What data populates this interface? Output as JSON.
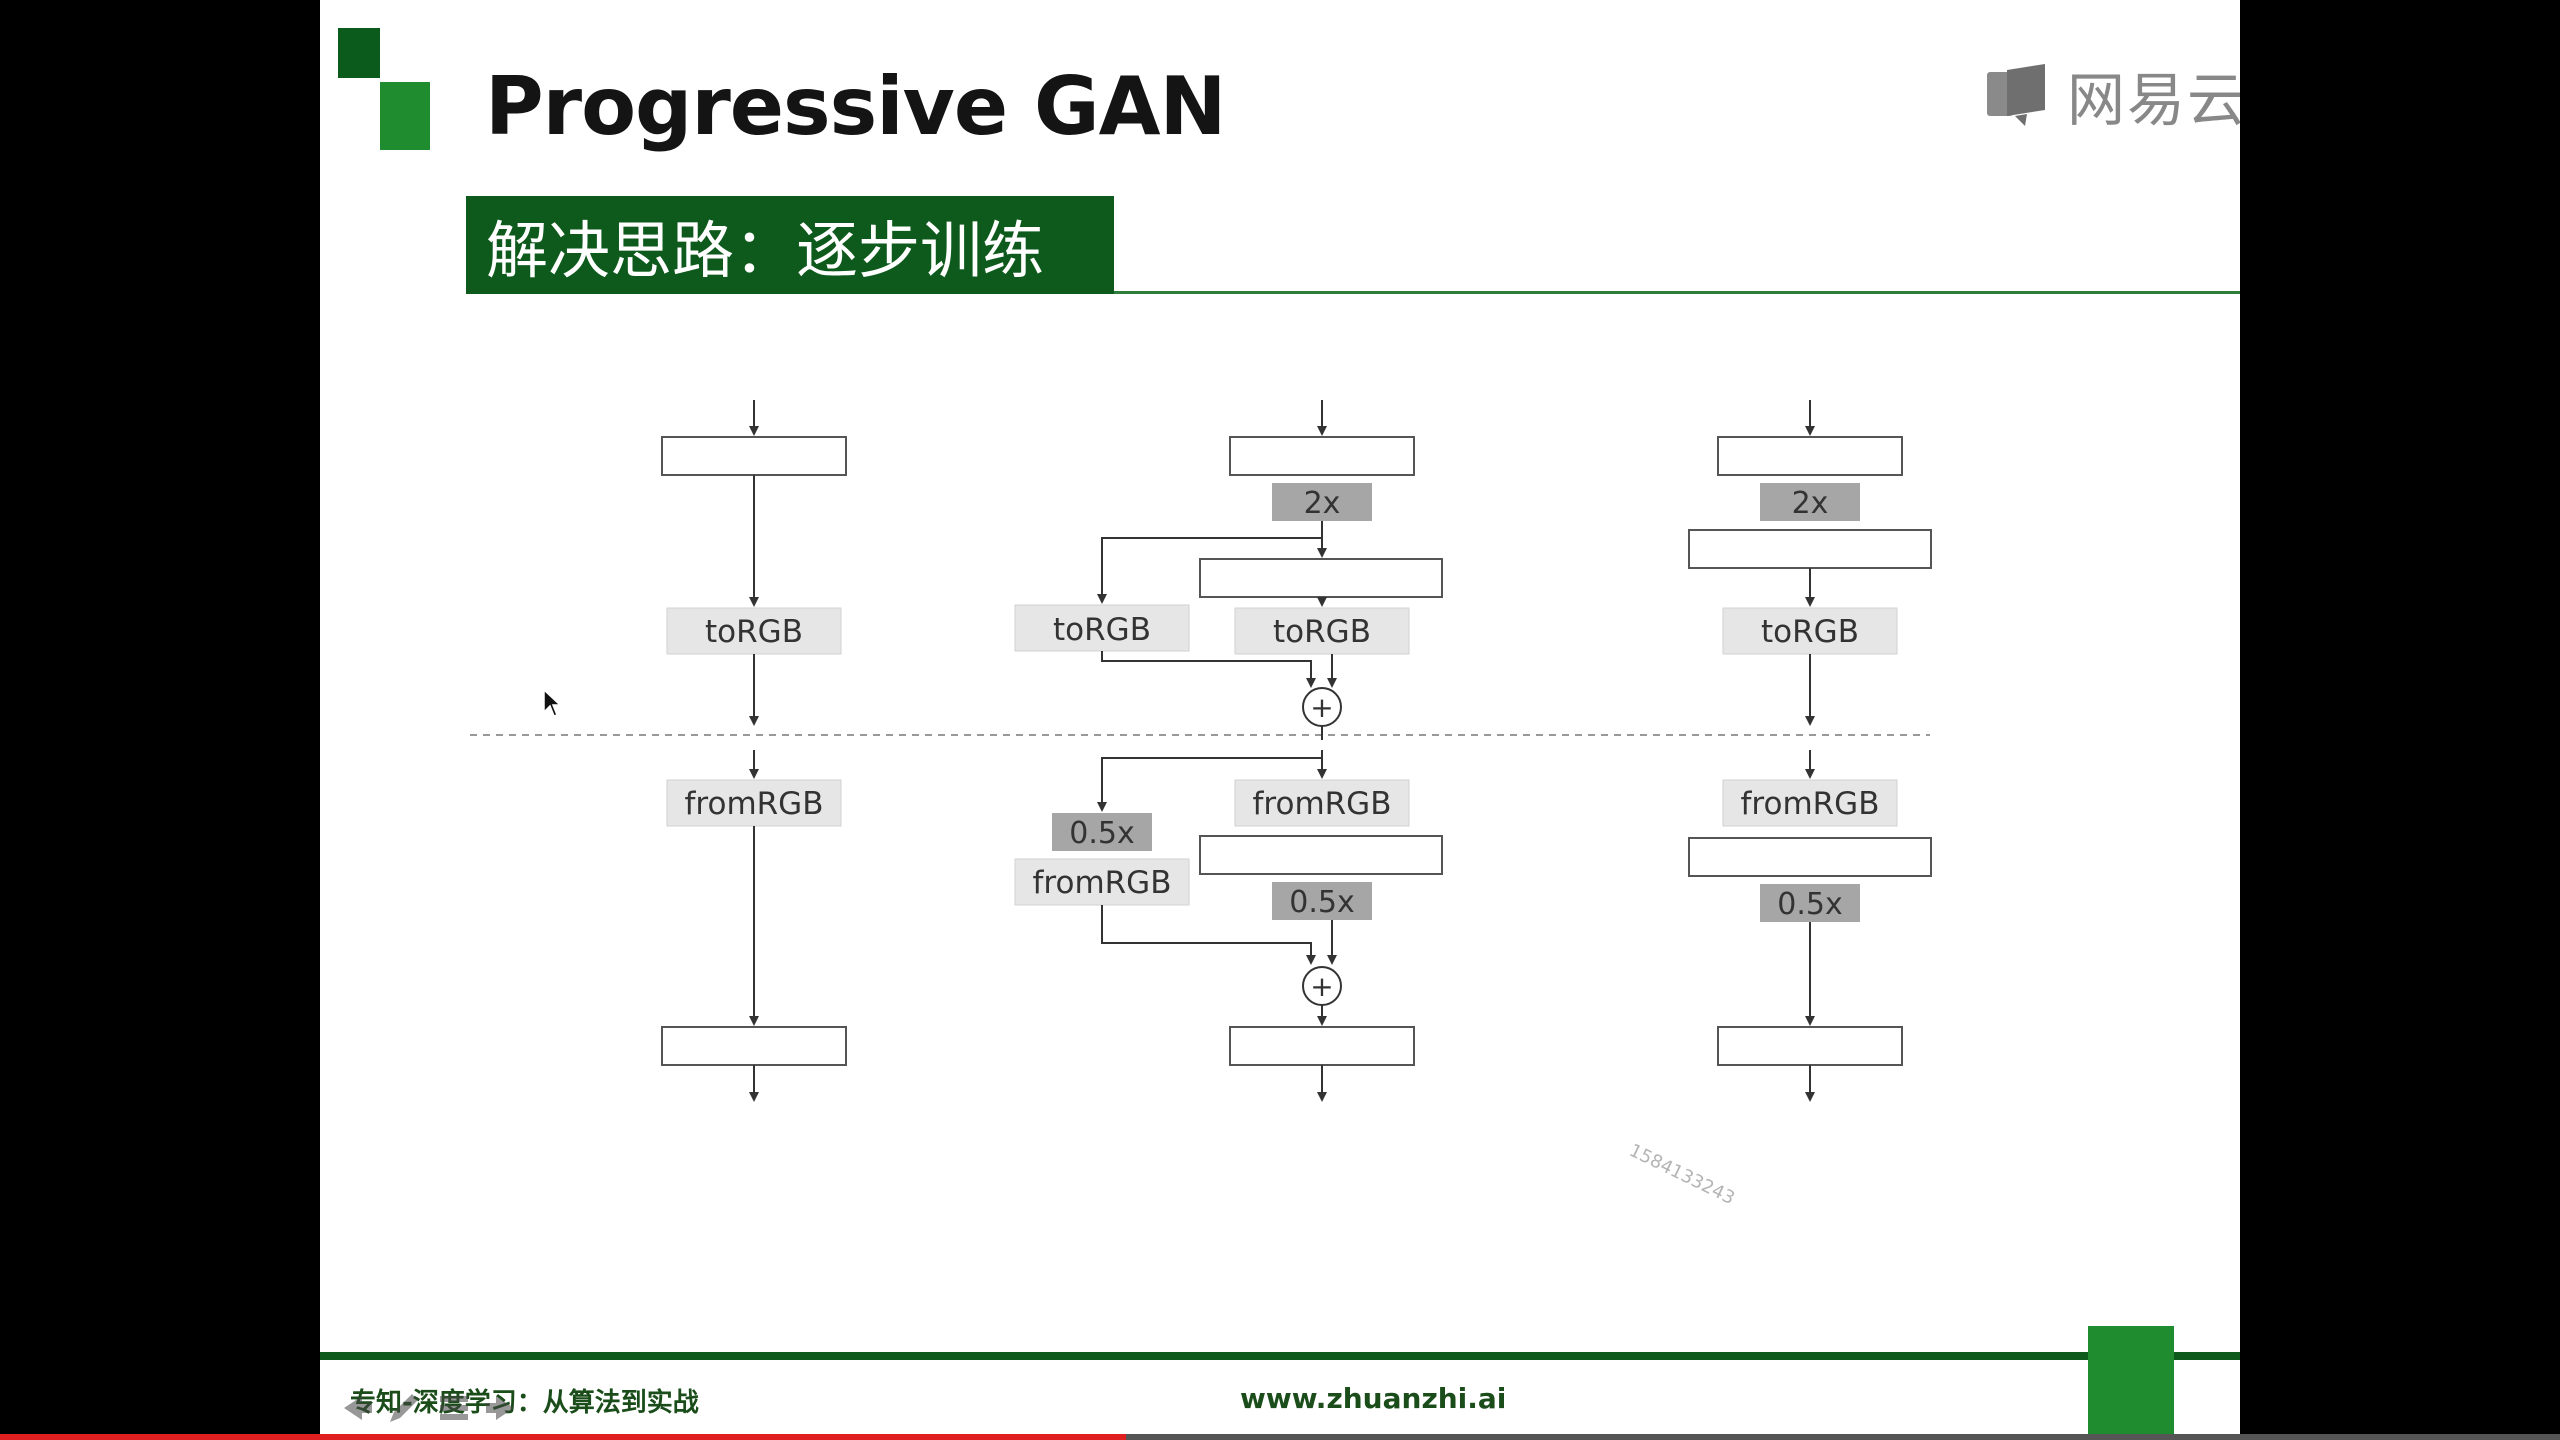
{
  "slide": {
    "title": "Progressive GAN",
    "subtitle": "解决思路：逐步训练",
    "brand": "网易云",
    "watermark": "1584133243",
    "footer_course": "专知-深度学习：从算法到实战",
    "footer_url": "www.zhuanzhi.ai"
  },
  "diagram": {
    "col1": {
      "to_rgb": "toRGB",
      "from_rgb": "fromRGB"
    },
    "col2": {
      "upsample": "2x",
      "to_rgb_left": "toRGB",
      "to_rgb_right": "toRGB",
      "downsample_left": "0.5x",
      "from_rgb_left": "fromRGB",
      "from_rgb_right": "fromRGB",
      "downsample_right": "0.5x",
      "add_symbol": "+"
    },
    "col3": {
      "upsample": "2x",
      "to_rgb": "toRGB",
      "from_rgb": "fromRGB",
      "downsample": "0.5x"
    }
  },
  "player": {
    "progress_fraction": 0.44,
    "progress_color": "#e02020"
  },
  "colors": {
    "dark_green": "#0d5a1c",
    "green": "#1e8c2f",
    "light_box": "#e6e6e6",
    "dark_box": "#a6a6a6"
  }
}
